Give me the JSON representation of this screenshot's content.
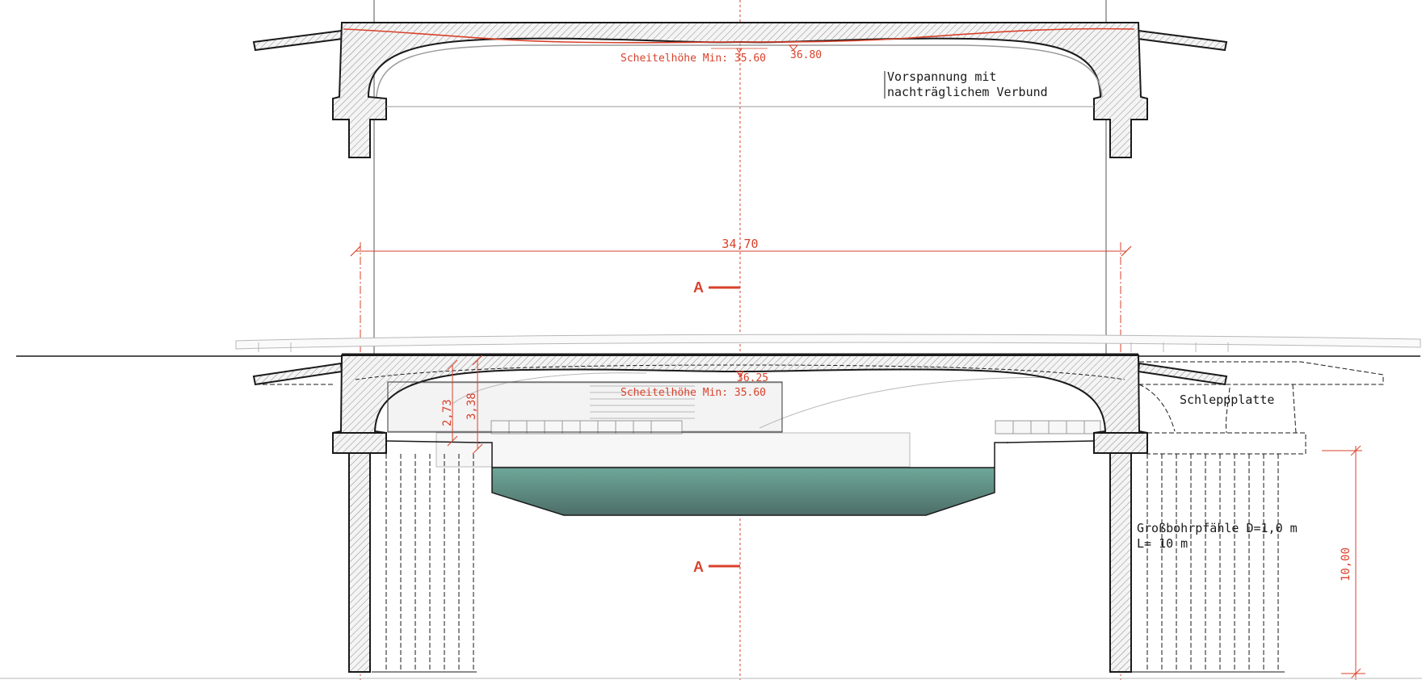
{
  "colors": {
    "accent": "#d9412b",
    "structure": "#1a1a1a",
    "water_top": "#6ea89a",
    "water_bottom": "#4d6e68",
    "hatch": "#8a8a8a"
  },
  "top_section": {
    "crown_min": "Scheitelhöhe Min: 35.60",
    "level_top": "36.80",
    "prestress_line1": "Vorspannung mit",
    "prestress_line2": "nachträglichem Verbund"
  },
  "elevation": {
    "span_dim": "34,70",
    "section_mark_top": "A",
    "section_mark_bottom": "A",
    "level_deck": "36.25",
    "crown_min": "Scheitelhöhe Min: 35.60",
    "dim_left_1": "2,73",
    "dim_left_2": "3,38",
    "approach_slab": "Schleppplatte",
    "piles_line1": "Großbohrpfähle D=1,0 m",
    "piles_line2": "L= 10 m",
    "pile_length_dim": "10,00"
  }
}
